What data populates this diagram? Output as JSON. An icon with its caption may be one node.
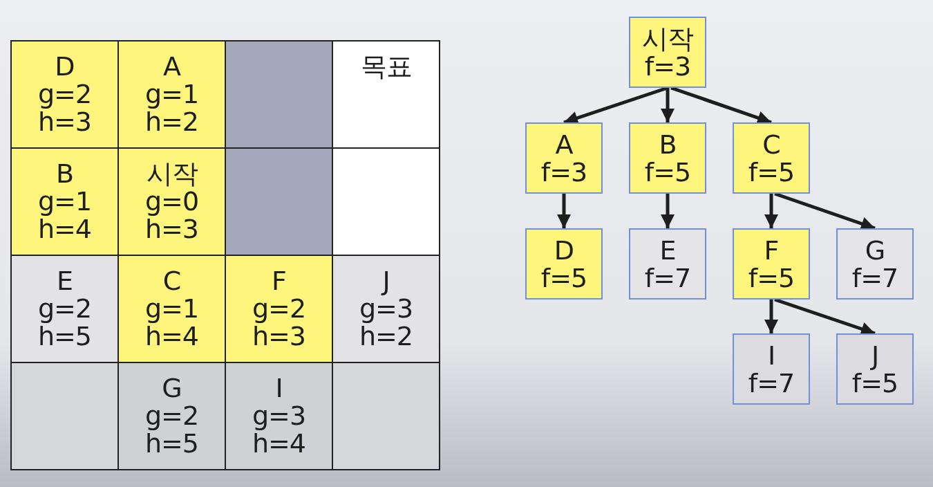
{
  "diagram": {
    "nodes": [
      {
        "text": [
          "D",
          "g=2",
          "h=3"
        ]
      },
      {
        "text": [
          "A",
          "g=1",
          "h=2"
        ]
      },
      {
        "text": [],
        "shape": "box"
      },
      {
        "text": [
          "목표"
        ]
      },
      {
        "text": [
          "B",
          "g=1",
          "h=4"
        ]
      },
      {
        "text": [
          "시작",
          "g=0",
          "h=3"
        ]
      },
      {
        "text": [],
        "shape": "box"
      },
      {
        "text": [],
        "shape": "box"
      },
      {
        "text": [
          "E",
          "g=2",
          "h=5"
        ]
      },
      {
        "text": [
          "C",
          "g=1",
          "h=4"
        ]
      },
      {
        "text": [
          "F",
          "g=2",
          "h=3"
        ]
      },
      {
        "text": [
          "J",
          "g=3",
          "h=2"
        ]
      },
      {
        "text": [],
        "shape": "box"
      },
      {
        "text": [
          "G",
          "g=2",
          "h=5"
        ]
      },
      {
        "text": [
          "I",
          "g=3",
          "h=4"
        ]
      },
      {
        "text": [],
        "shape": "box"
      },
      {
        "text": [
          "시작",
          "f=3"
        ]
      },
      {
        "text": [
          "A",
          "f=3"
        ]
      },
      {
        "text": [
          "B",
          "f=5"
        ]
      },
      {
        "text": [
          "C",
          "f=5"
        ]
      },
      {
        "text": [
          "D",
          "f=5"
        ]
      },
      {
        "text": [
          "E",
          "f=7"
        ]
      },
      {
        "text": [
          "F",
          "f=5"
        ]
      },
      {
        "text": [
          "G",
          "f=7"
        ]
      },
      {
        "text": [
          "I",
          "f=7"
        ]
      },
      {
        "text": [
          "J",
          "f=5"
        ]
      }
    ],
    "edges": [
      {
        "from": 16,
        "to": 17,
        "arrow": "to"
      },
      {
        "from": 16,
        "to": 18,
        "arrow": "to"
      },
      {
        "from": 16,
        "to": 19,
        "arrow": "to"
      },
      {
        "from": 17,
        "to": 20,
        "arrow": "to"
      },
      {
        "from": 18,
        "to": 21,
        "arrow": "to"
      },
      {
        "from": 19,
        "to": 22,
        "arrow": "to"
      },
      {
        "from": 19,
        "to": 23,
        "arrow": "to"
      },
      {
        "from": 22,
        "to": 24,
        "arrow": "to"
      },
      {
        "from": 22,
        "to": 25,
        "arrow": "to"
      }
    ]
  }
}
